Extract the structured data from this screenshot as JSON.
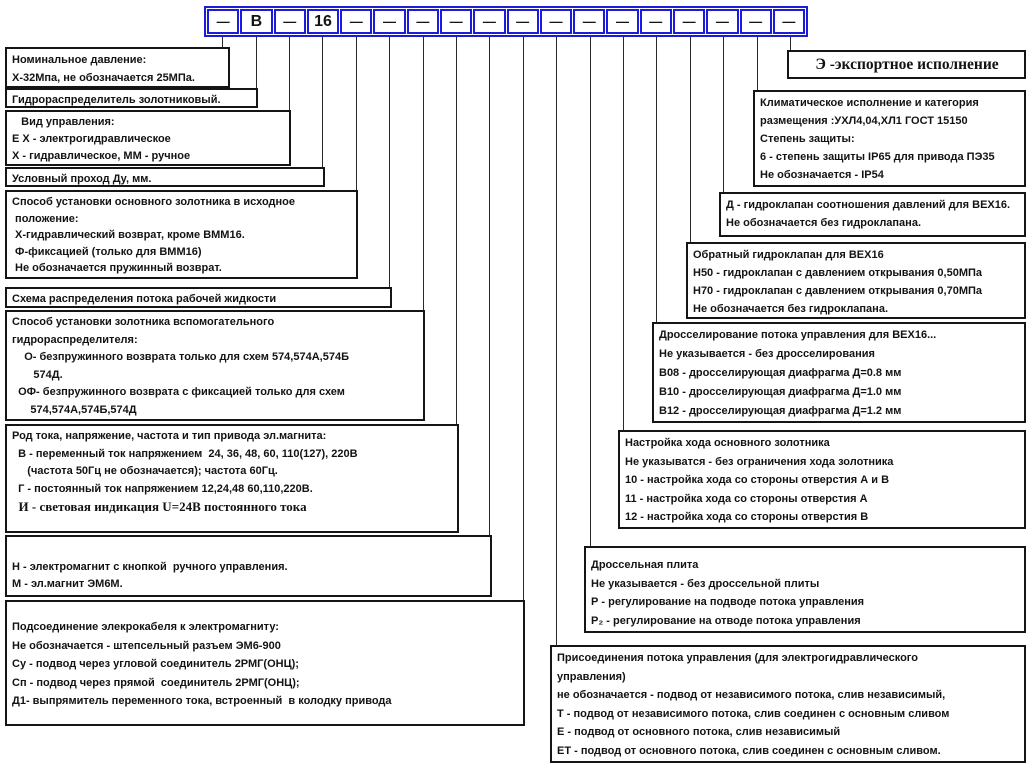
{
  "designation_row": {
    "cells": [
      "—",
      "В",
      "—",
      "16",
      "—",
      "—",
      "—",
      "—",
      "—",
      "—",
      "—",
      "—",
      "—",
      "—",
      "—",
      "—",
      "—",
      "—"
    ]
  },
  "colors": {
    "row_border_blue": "#1b1bd8",
    "box_border_black": "#151515",
    "text_black": "#131313"
  },
  "left_boxes": [
    {
      "name": "nominal-pressure-box",
      "lines": [
        "Номинальное давление:",
        "Х-32Мпа, не обозначается 25МПа."
      ]
    },
    {
      "name": "valve-type-box",
      "lines": [
        "Гидрораспределитель золотниковый."
      ]
    },
    {
      "name": "control-type-box",
      "lines": [
        "   Вид управления:",
        "Е Х - электрогидравлическое",
        "Х - гидравлическое, ММ - ручное"
      ]
    },
    {
      "name": "nominal-bore-box",
      "lines": [
        "Условный проход Ду, мм."
      ]
    },
    {
      "name": "main-spool-position-box",
      "lines": [
        "Способ установки основного золотника в исходное",
        " положение:",
        " Х-гидравлический возврат, кроме ВММ16.",
        " Ф-фиксацией (только для ВММ16)",
        " Не обозначается пружинный возврат."
      ]
    },
    {
      "name": "flow-scheme-box",
      "lines": [
        "Схема распределения потока рабочей жидкости"
      ]
    },
    {
      "name": "pilot-spool-position-box",
      "lines": [
        "Способ установки золотника вспомогательного",
        "гидрораспределителя:",
        "    О- безпружинного возврата только для схем 574,574А,574Б",
        "       574Д.",
        "  ОФ- безпружинного возврата с фиксацией только для схем",
        "      574,574А,574Б,574Д"
      ]
    },
    {
      "name": "current-type-box",
      "lines": [
        "Род тока, напряжение, частота и тип привода эл.магнита:",
        "  В - переменный ток напряжением  24, 36, 48, 60, 110(127), 220В",
        "     (частота 50Гц не обозначается); частота 60Гц.",
        "  Г - постоянный ток напряжением 12,24,48 60,110,220В.",
        "  И - световая индикация U=24В постоянного тока"
      ]
    },
    {
      "name": "electromagnet-type-box",
      "lines": [
        "Н - электромагнит с кнопкой  ручного управления.",
        "М - эл.магнит ЭМ6М."
      ]
    },
    {
      "name": "cable-connection-box",
      "lines": [
        "Подсоединение элекрокабеля к электромагниту:",
        "Не обозначается - штепсельный разъем ЭМ6-900",
        "Су - подвод через угловой соединитель 2РМГ(ОНЦ);",
        "Сп - подвод через прямой  соединитель 2РМГ(ОНЦ);",
        "Д1- выпрямитель переменного тока, встроенный  в колодку привода"
      ]
    }
  ],
  "right_boxes": [
    {
      "name": "control-flow-connection-box",
      "lines": [
        "Присоединения потока управления (для электрогидравлического",
        "управления)",
        "не обозначается - подвод от независимого потока, слив независимый,",
        "Т - подвод от независимого потока, слив соединен с основным сливом",
        "Е - подвод от основного потока, слив независимый",
        "ЕТ - подвод от основного потока, слив соединен с основным сливом."
      ]
    },
    {
      "name": "throttle-plate-box",
      "lines": [
        "Дроссельная плита",
        "Не указывается - без дроссельной плиты",
        "Р - регулирование на подводе потока управления",
        "Р₂ - регулирование на отводе потока управления"
      ]
    },
    {
      "name": "spool-stroke-adjustment-box",
      "lines": [
        "Настройка хода основного золотника",
        "Не указыватся - без ограничения хода золотника",
        "10 - настройка хода со стороны отверстия А и В",
        "11 - настройка хода со стороны отверстия А",
        "12 - настройка хода со стороны отверстия В"
      ]
    },
    {
      "name": "control-flow-throttling-box",
      "lines": [
        "Дросселирование потока управления для ВЕХ16...",
        "Не указывается - без дросселирования",
        "В08 - дросселирующая диафрагма Д=0.8 мм",
        "В10 - дросселирующая диафрагма Д=1.0 мм",
        "В12 - дросселирующая диафрагма Д=1.2 мм"
      ]
    },
    {
      "name": "check-valve-box",
      "lines": [
        "Обратный гидроклапан для ВЕХ16",
        "Н50 - гидроклапан с давлением открывания 0,50МПа",
        "Н70 - гидроклапан с давлением открывания 0,70МПа",
        "Не обозначается без гидроклапана."
      ]
    },
    {
      "name": "pressure-ratio-valve-box",
      "lines": [
        "Д - гидроклапан соотношения давлений для ВЕХ16.",
        "Не обозначается без гидроклапана."
      ]
    },
    {
      "name": "climatic-version-box",
      "lines": [
        "Климатическое исполнение и категория",
        "размещения :УХЛ4,04,ХЛ1 ГОСТ 15150",
        "Степень защиты:",
        "6 - степень защиты IP65 для привода ПЭ35",
        "Не обозначается - IP54"
      ]
    },
    {
      "name": "export-version-box",
      "lines": [
        "Э -экспортное исполнение"
      ]
    }
  ]
}
